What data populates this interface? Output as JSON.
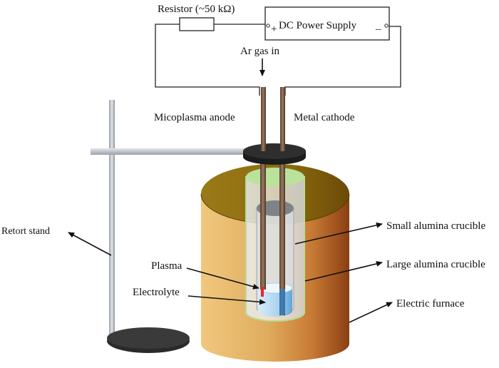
{
  "labels": {
    "resistor": "Resistor (~50 kΩ)",
    "power_supply": "DC Power Supply",
    "plus": "+",
    "minus": "_",
    "gas": "Ar gas in",
    "anode": "Micoplasma anode",
    "cathode": "Metal cathode",
    "retort_stand": "Retort stand",
    "small_crucible": "Small alumina crucible",
    "large_crucible": "Large alumina crucible",
    "plasma": "Plasma",
    "electrolyte": "Electrolyte",
    "furnace": "Electric furnace"
  },
  "colors": {
    "furnace_body": "#e3b266",
    "furnace_top": "#8a6a0c",
    "furnace_shadow": "#8b3f12",
    "crucible_top": "#b9e39a",
    "electrolyte": "#2f7fc7",
    "stand": "#c9ccd2",
    "base": "#2a2a2a",
    "electrode": "#7a5a45",
    "plasma": "#e8262b"
  }
}
